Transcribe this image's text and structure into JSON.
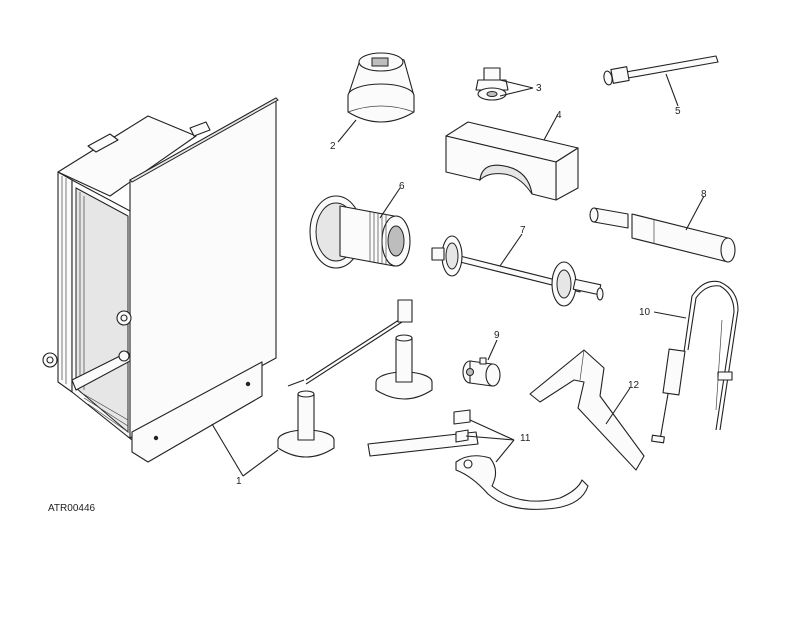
{
  "callouts": {
    "c1": "1",
    "c2": "2",
    "c3": "3",
    "c4": "4",
    "c5": "5",
    "c6": "6",
    "c7": "7",
    "c8": "8",
    "c9": "9",
    "c10": "10",
    "c11": "11",
    "c12": "12"
  },
  "reference_code": "ATR00446"
}
